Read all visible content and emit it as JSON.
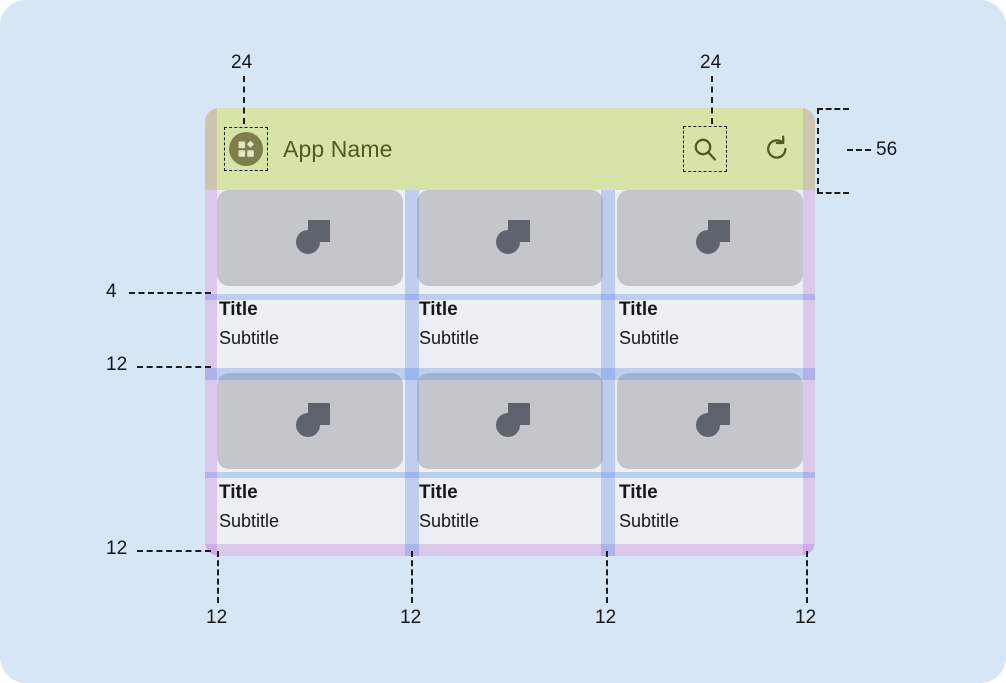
{
  "canvas": {
    "background": "#d6e6f5",
    "corner_radius": 26
  },
  "device": {
    "background": "#eceff3",
    "padding_band_color": "#a75cd6",
    "gutter_band_color": "#4f81e8"
  },
  "appbar": {
    "background": "#bed64b",
    "height": 56,
    "app_icon": "app-grid-icon",
    "title": "App Name",
    "title_color": "#4f5c1e",
    "actions": [
      {
        "name": "search-icon",
        "selected": true
      },
      {
        "name": "refresh-icon",
        "selected": false
      }
    ]
  },
  "grid": {
    "columns": 3,
    "rows": 2,
    "thumb_icon": "image-placeholder-icon",
    "cards": [
      {
        "title": "Title",
        "subtitle": "Subtitle"
      },
      {
        "title": "Title",
        "subtitle": "Subtitle"
      },
      {
        "title": "Title",
        "subtitle": "Subtitle"
      },
      {
        "title": "Title",
        "subtitle": "Subtitle"
      },
      {
        "title": "Title",
        "subtitle": "Subtitle"
      },
      {
        "title": "Title",
        "subtitle": "Subtitle"
      }
    ]
  },
  "annotations": {
    "top_left_icon_inset": "24",
    "top_right_icon_inset": "24",
    "appbar_height": "56",
    "title_top_spacing": "4",
    "row_gap": "12",
    "bottom_padding": "12",
    "gutters_bottom": [
      "12",
      "12",
      "12",
      "12"
    ]
  }
}
